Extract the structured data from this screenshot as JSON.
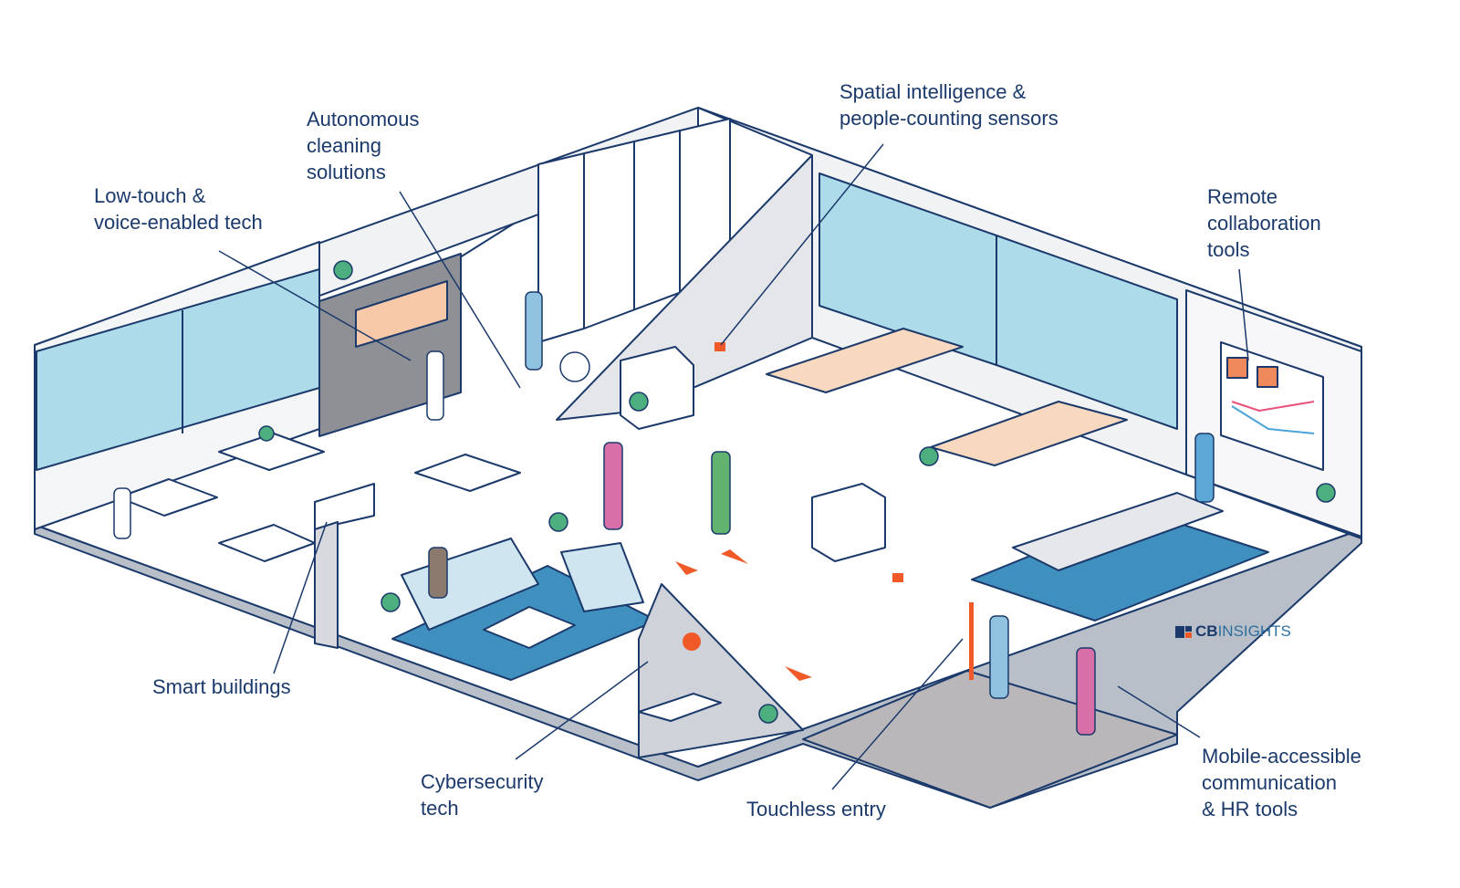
{
  "labels": {
    "low_touch": "Low-touch &\nvoice-enabled tech",
    "autonomous_cleaning": "Autonomous\ncleaning\nsolutions",
    "spatial_intelligence": "Spatial intelligence &\npeople-counting sensors",
    "remote_collaboration": "Remote\ncollaboration\ntools",
    "smart_buildings": "Smart buildings",
    "cybersecurity": "Cybersecurity\ntech",
    "touchless_entry": "Touchless entry",
    "mobile_hr": "Mobile-accessible\ncommunication\n& HR tools"
  },
  "logo": {
    "cb": "CB",
    "insights": "INSIGHTS"
  },
  "colors": {
    "text": "#1b3a6b",
    "window": "#aedbea",
    "rug": "#3f8fbf",
    "accent": "#f05a28",
    "floor": "#ffffff",
    "wall": "#eef0f3",
    "dark_floor": "#b9b7ba"
  }
}
